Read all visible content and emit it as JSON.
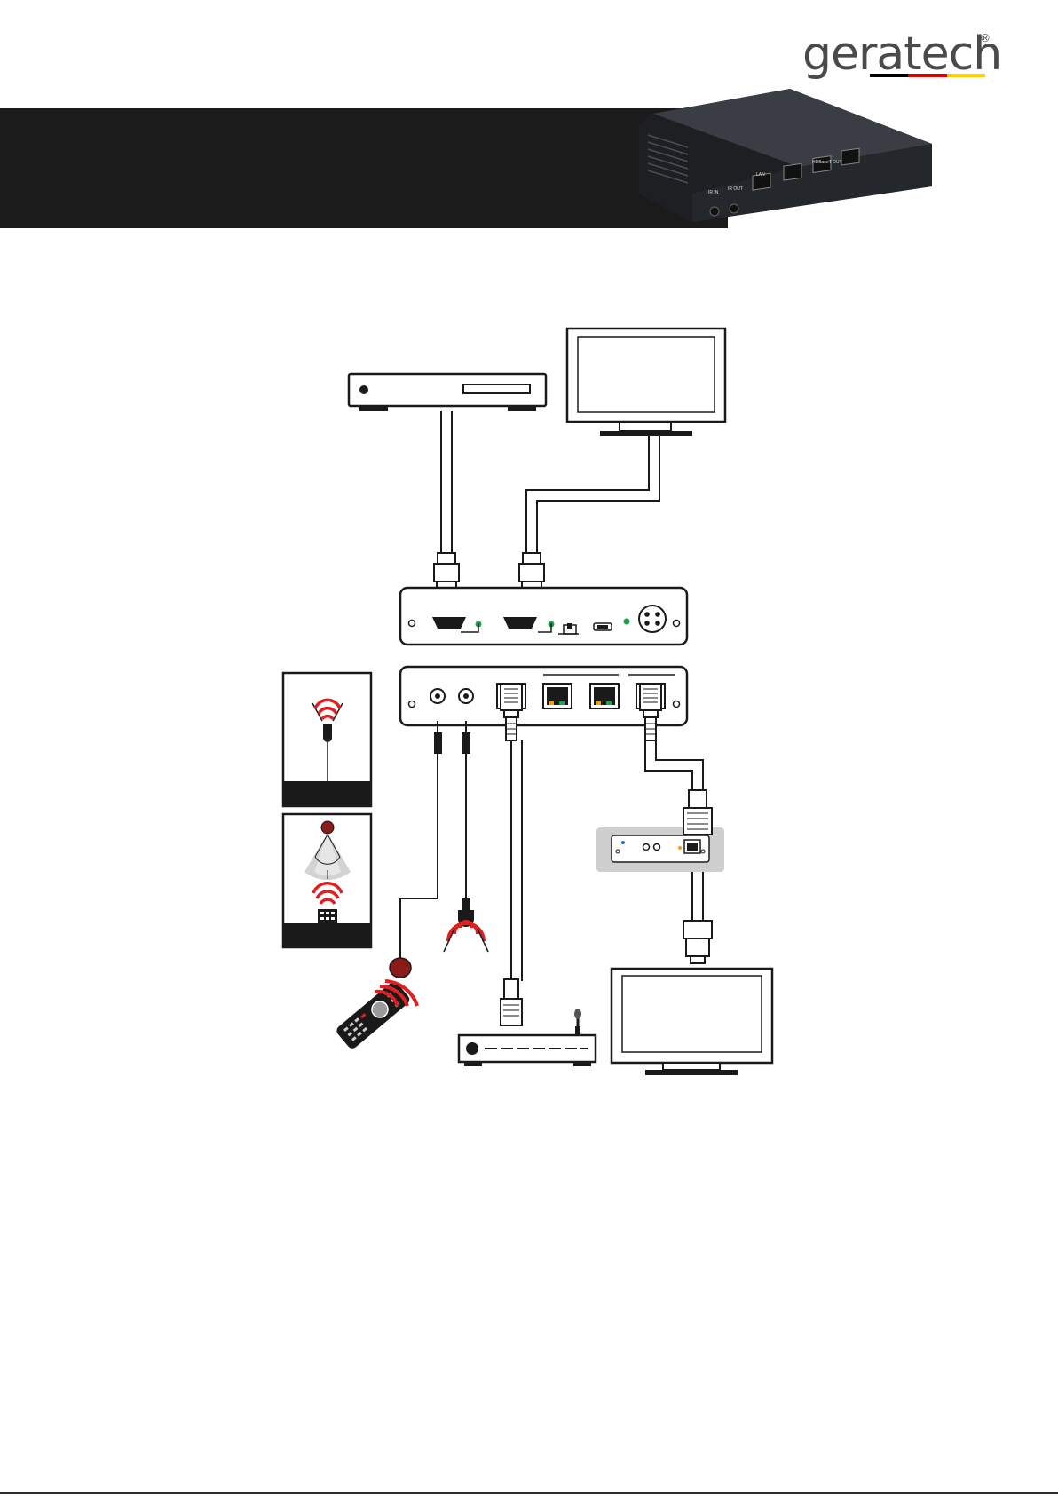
{
  "brand": {
    "name": "geratech",
    "registered_mark": "®",
    "flag_colors": [
      "#000000",
      "#dd0000",
      "#ffce00"
    ]
  },
  "colors": {
    "banner": "#1c1b1c",
    "ir_red": "#e02020",
    "led_green": "#1aa34a",
    "device_outline": "#1a1a1a",
    "receiver_panel": "#cfcfcf"
  },
  "product_photo": {
    "port_labels": [
      "IR IN",
      "IR OUT",
      "LAN",
      "HDBaseT OUT"
    ]
  },
  "icons": {
    "source": "blu-ray-player-icon",
    "local_display": "monitor-icon",
    "remote_display": "monitor-icon",
    "remote": "remote-control-icon",
    "router": "router-icon",
    "ir_receiver": "ir-receiver-icon",
    "ir_blaster": "ir-emitter-icon",
    "receiver": "hdbaset-receiver-icon"
  }
}
